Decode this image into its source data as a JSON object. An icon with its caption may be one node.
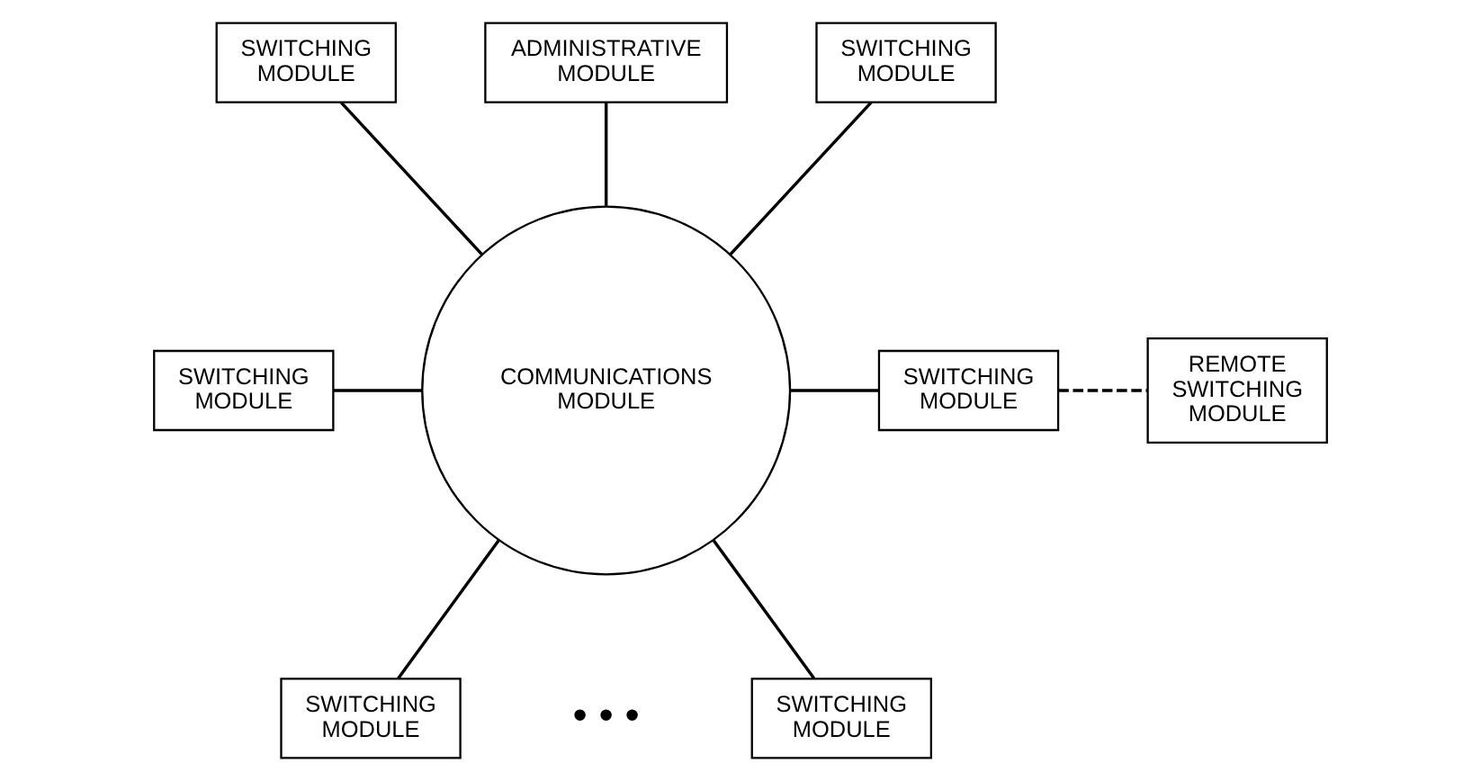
{
  "diagram": {
    "nodes": [
      {
        "text": [
          "SWITCHING MODULE"
        ]
      },
      {
        "text": [
          "ADMINISTRATIVE MODULE"
        ]
      },
      {
        "text": [
          "SWITCHING MODULE"
        ]
      },
      {
        "text": [
          "SWITCHING MODULE"
        ]
      },
      {
        "text": [
          "COMMUNICATIONS MODULE"
        ]
      },
      {
        "text": [
          "SWITCHING MODULE"
        ]
      },
      {
        "text": [
          "REMOTE SWITCHING MODULE"
        ]
      },
      {
        "text": [
          "SWITCHING MODULE"
        ]
      },
      {
        "text": [
          "SWITCHING MODULE"
        ]
      }
    ],
    "edges": [
      {
        "from": 0,
        "to": 4,
        "arrow": "none"
      },
      {
        "from": 1,
        "to": 4,
        "arrow": "none"
      },
      {
        "from": 2,
        "to": 4,
        "arrow": "none"
      },
      {
        "from": 3,
        "to": 4,
        "arrow": "none"
      },
      {
        "from": 4,
        "to": 5,
        "arrow": "none"
      },
      {
        "from": 5,
        "to": 6,
        "arrow": "none",
        "style": "dashed"
      },
      {
        "from": 4,
        "to": 7,
        "arrow": "none"
      },
      {
        "from": 4,
        "to": 8,
        "arrow": "none"
      }
    ],
    "labels": [
      "• • •"
    ]
  }
}
